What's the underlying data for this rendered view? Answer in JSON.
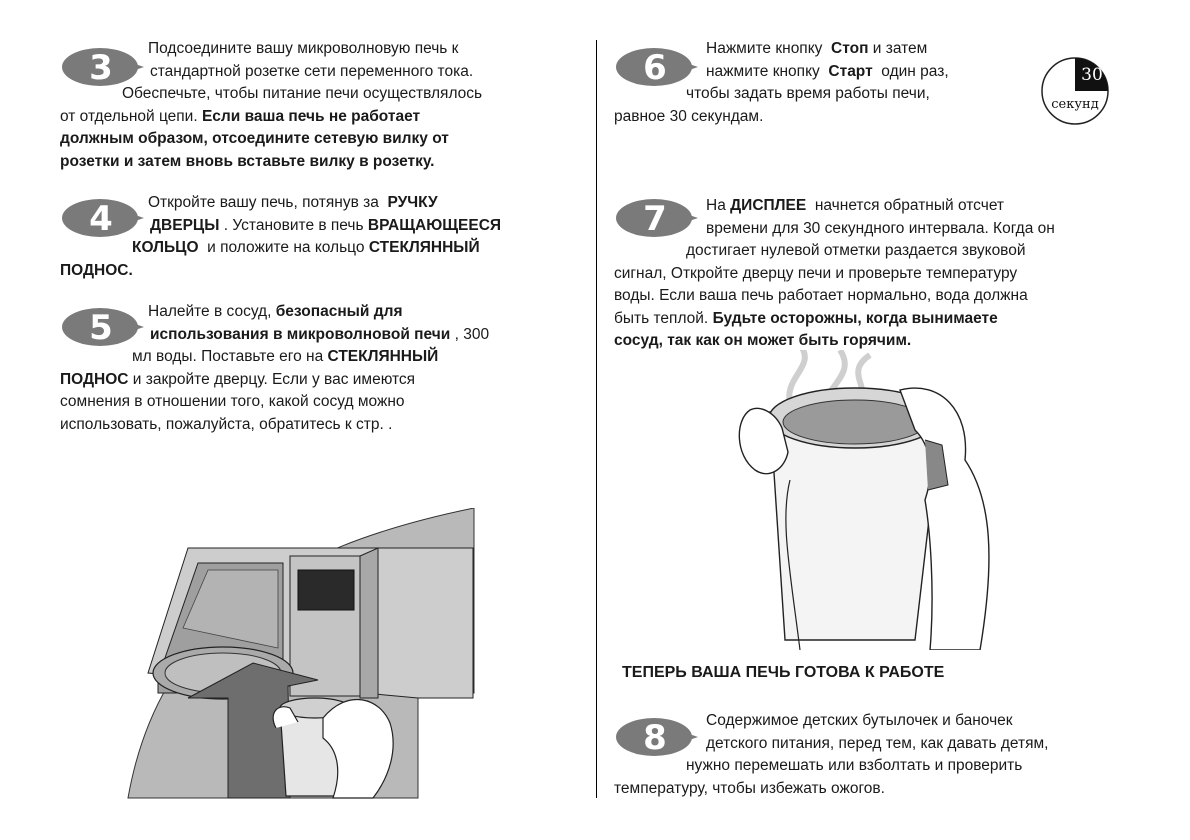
{
  "steps": {
    "s3": {
      "number": "3",
      "lines": [
        "Подсоедините вашу микроволновую печь к",
        "стандартной розетке сети переменного тока.",
        "Обеспечьте, чтобы питание печи осуществлялось",
        "от отдельной цепи."
      ],
      "bold1": "Если ваша печь не работает",
      "bold2": "должным образом, отсоедините сетевую вилку от",
      "bold3": "розетки и затем вновь вставьте вилку в розетку."
    },
    "s4": {
      "number": "4",
      "l1a": "Откройте вашу печь, потянув за",
      "l1b": "РУЧКУ",
      "l2a": "ДВЕРЦЫ",
      "l2b": ". Установите в печь",
      "l2c": "ВРАЩАЮЩЕЕСЯ",
      "l3a": "КОЛЬЦО",
      "l3b": "и положите на кольцо",
      "l3c": "СТЕКЛЯННЫЙ",
      "l4a": "ПОДНОС",
      "l4b": "."
    },
    "s5": {
      "number": "5",
      "l1a": "Налейте в сосуд,",
      "l1b": "безопасный для",
      "l2a": "использования в микроволновой печи",
      "l2b": ", 300",
      "l3a": "мл воды. Поставьте его на",
      "l3b": "СТЕКЛЯННЫЙ",
      "l4a": "ПОДНОС",
      "l4b": "и закройте дверцу. Если у вас имеются",
      "l5": "сомнения в отношении того, какой сосуд можно",
      "l6": "использовать, пожалуйста, обратитесь к стр.      ."
    },
    "s6": {
      "number": "6",
      "l1a": "Нажмите кнопку",
      "l1b": "Стоп",
      "l1c": "и затем",
      "l2a": "нажмите кнопку",
      "l2b": "Старт",
      "l2c": "один раз,",
      "l3": "чтобы задать время работы печи,",
      "l4": "равное 30 секундам."
    },
    "s7": {
      "number": "7",
      "l1a": "На",
      "l1b": "ДИСПЛЕЕ",
      "l1c": "начнется обратный отсчет",
      "l2": "времени для 30 секундного интервала. Когда он",
      "l3": "достигает нулевой отметки раздается звуковой",
      "l4": "сигнал, Откройте дверцу печи и проверьте температуру",
      "l5": "воды. Если ваша печь работает нормально, вода должна",
      "l6a": "быть теплой.",
      "l6b": "Будьте осторожны, когда вынимаете",
      "l7": "сосуд, так как он может быть горячим."
    },
    "s8": {
      "number": "8",
      "l1": "Содержимое детских бутылочек и баночек",
      "l2": "детского питания, перед тем, как давать детям,",
      "l3": "нужно перемешать или взболтать и проверить",
      "l4": "температуру, чтобы избежать ожогов."
    }
  },
  "timer": {
    "value": "30",
    "label": "секунд"
  },
  "ready_text": "ТЕПЕРЬ ВАША ПЕЧЬ ГОТОВА К РАБОТЕ"
}
